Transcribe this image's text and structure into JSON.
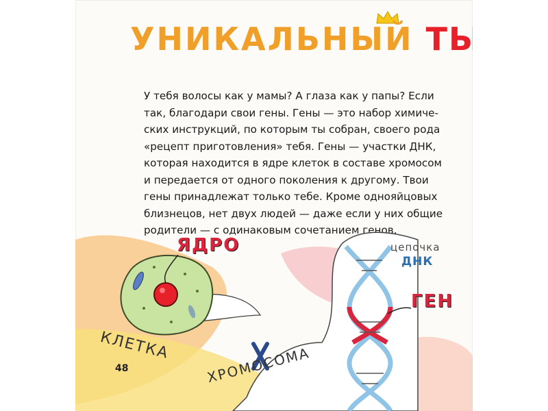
{
  "title": {
    "main": "УНИКАЛЬНЫЙ",
    "accent": "ТЫ"
  },
  "body_lines": [
    "У тебя волосы как у мамы? А глаза как у папы? Если",
    "так, благодари свои гены. Гены — это набор химиче-",
    "ских инструкций, по которым ты собран, своего рода",
    "«рецепт приготовления» тебя. Гены — участки ДНК,",
    "которая находится в ядре клеток в составе хромосом",
    "и передается от одного поколения к другому. Твои",
    "гены принадлежат только тебе. Кроме однояйцовых",
    "близнецов, нет двух людей — даже если у них общие",
    "родители — с одинаковым сочетанием генов."
  ],
  "labels": {
    "nucleus": "ЯДРО",
    "chain_line1": "цепочка",
    "chain_line2": "ДНК",
    "gene": "ГЕН",
    "cell": "КЛЕТКА",
    "chromosome": "ХРОМОСОМА"
  },
  "page_number": "48",
  "colors": {
    "title_orange": "#f0a028",
    "title_red": "#e8202a",
    "label_red": "#d7263d",
    "dna_blue": "#8fc4e6"
  }
}
